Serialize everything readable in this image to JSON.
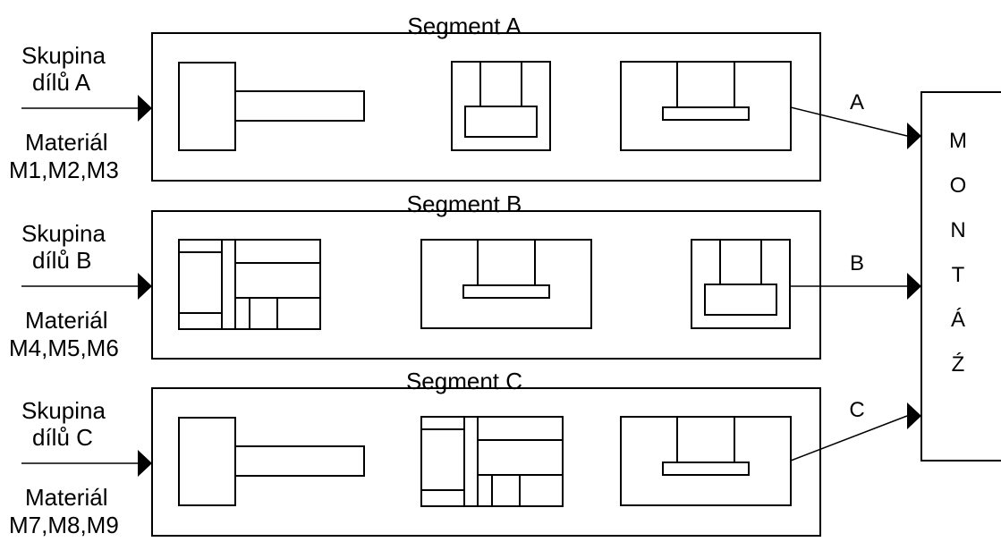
{
  "segments": [
    {
      "title": "Segment A",
      "group": [
        "Skupina",
        "dílů A"
      ],
      "material": [
        "Materiál",
        "M1,M2,M3"
      ],
      "output": "A",
      "machines": [
        "lathe",
        "mill-fixture",
        "mill-plate"
      ]
    },
    {
      "title": "Segment B",
      "group": [
        "Skupina",
        "dílů B"
      ],
      "material": [
        "Materiál",
        "M4,M5,M6"
      ],
      "output": "B",
      "machines": [
        "grid",
        "mill-plate",
        "mill-fixture"
      ]
    },
    {
      "title": "Segment C",
      "group": [
        "Skupina",
        "dílů C"
      ],
      "material": [
        "Materiál",
        "M7,M8,M9"
      ],
      "output": "C",
      "machines": [
        "lathe",
        "grid",
        "mill-plate"
      ]
    }
  ],
  "assembly": {
    "letters": [
      "M",
      "O",
      "N",
      "T",
      "Á",
      "Ź"
    ]
  }
}
